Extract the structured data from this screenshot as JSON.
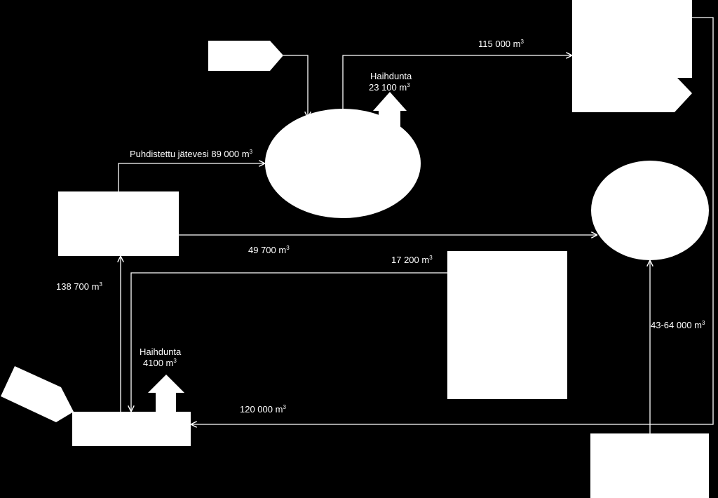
{
  "colors": {
    "background": "#000000",
    "foreground": "#ffffff"
  },
  "flows": {
    "raw_to_lake": {
      "label": "115 000 m",
      "unit_sup": "3"
    },
    "evap_pond": {
      "label": "Haihdunta",
      "amount": "23 100 m",
      "unit_sup": "3"
    },
    "treated_wastewater": {
      "label": "Puhdistettu jätevesi 89 000 m",
      "unit_sup": "3"
    },
    "plant_to_ellipse": {
      "label": "49 700 m",
      "unit_sup": "3"
    },
    "rect_to_basin": {
      "label": "17 200 m",
      "unit_sup": "3"
    },
    "basin_to_plant": {
      "label": "138 700 m",
      "unit_sup": "3"
    },
    "evap_basin": {
      "label": "Haihdunta",
      "amount": "4100 m",
      "unit_sup": "3"
    },
    "return_to_basin": {
      "label": "120 000 m",
      "unit_sup": "3"
    },
    "bottom_to_ellipse": {
      "label": "43-64 000 m",
      "unit_sup": "3"
    }
  }
}
